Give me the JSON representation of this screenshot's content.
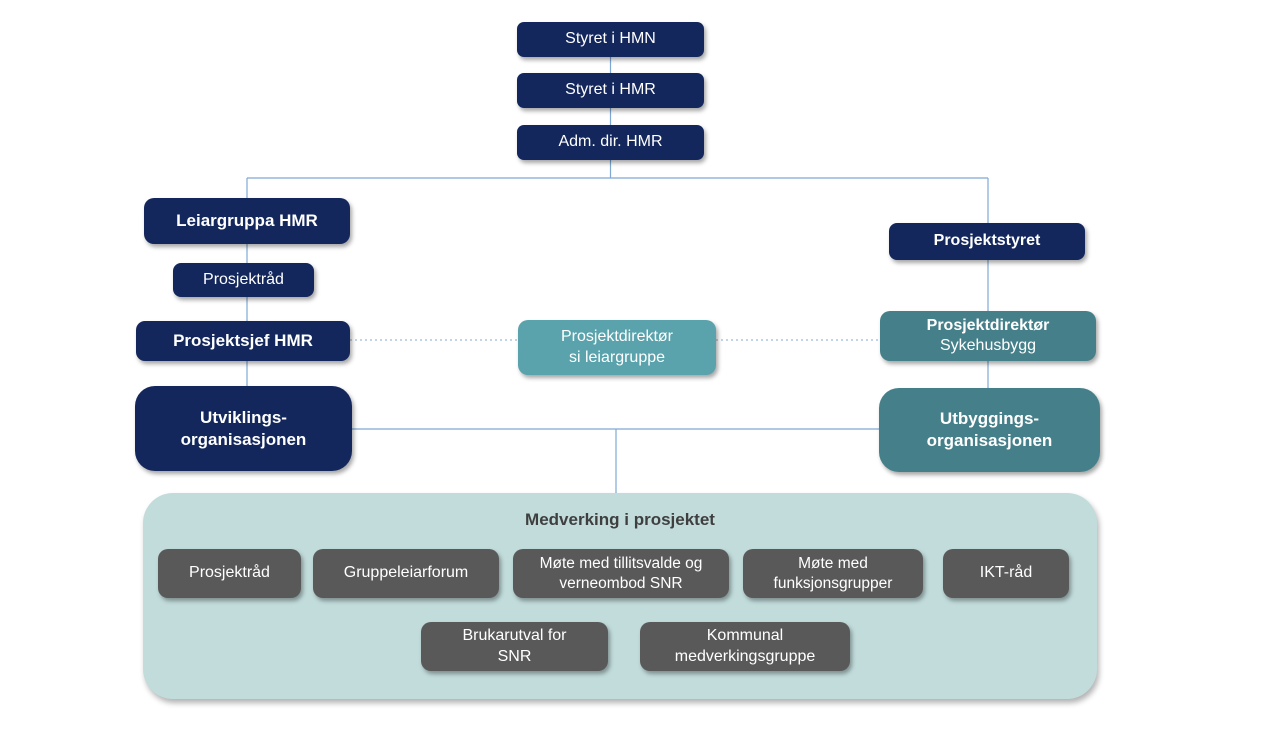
{
  "colors": {
    "navy": "#13275C",
    "teal_light": "#5AA3AC",
    "teal_dark": "#45808A",
    "participation_container": "#C2DCDC",
    "participation_box": "#595959",
    "connector": "#7FA8D4",
    "connector_dotted": "#9DBBD9",
    "title_text": "#3F3F3F"
  },
  "org_chart": {
    "top": [
      "Styret i HMN",
      "Styret i HMR",
      "Adm. dir. HMR"
    ],
    "left": {
      "leiargruppa": "Leiargruppa HMR",
      "prosjektrad": "Prosjektråd",
      "prosjektsjef": "Prosjektsjef HMR",
      "utviklings_line1": "Utviklings-",
      "utviklings_line2": "organisasjonen"
    },
    "center": {
      "line1": "Prosjektdirektør",
      "line2": "si leiargruppe"
    },
    "right": {
      "prosjektstyret": "Prosjektstyret",
      "direktor_line1": "Prosjektdirektør",
      "direktor_line2": "Sykehusbygg",
      "utbyggings_line1": "Utbyggings-",
      "utbyggings_line2": "organisasjonen"
    },
    "medverking": {
      "title": "Medverking i prosjektet",
      "row1": [
        "Prosjektråd",
        "Gruppeleiarforum",
        "Møte med tillitsvalde og verneombod SNR",
        "Møte med funksjonsgrupper",
        "IKT-råd"
      ],
      "row2": [
        "Brukarutval for SNR",
        "Kommunal medverkingsgruppe"
      ]
    }
  }
}
